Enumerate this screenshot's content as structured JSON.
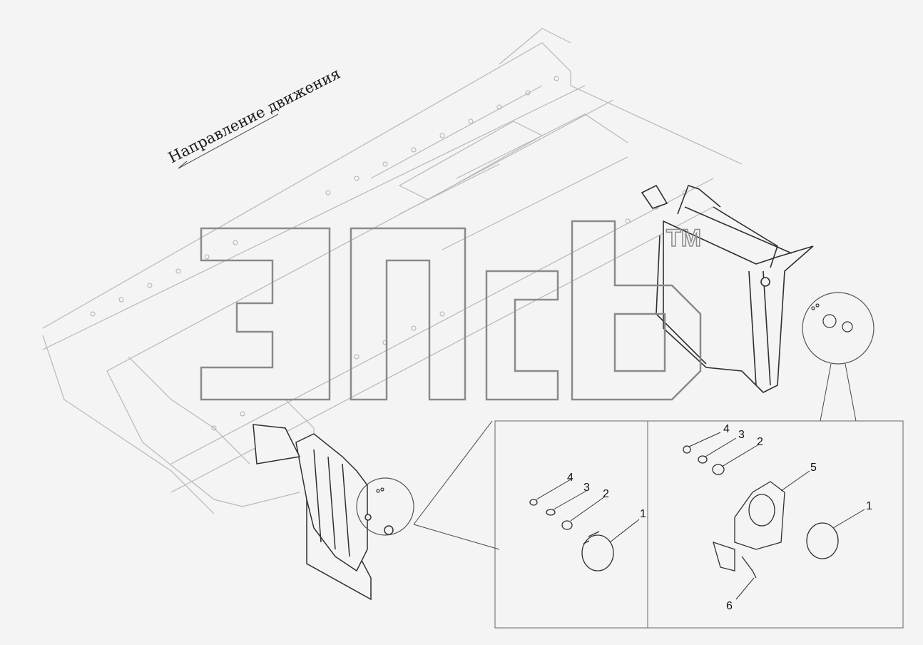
{
  "diagram": {
    "direction_label": "Направление движения",
    "watermark": {
      "text": "ЭПсЬ",
      "trademark": "TM",
      "stroke_color": "#8a8a8a"
    },
    "line_color": "#3a3a3a",
    "faint_line_color": "#b0b0b0",
    "callouts_left": [
      "4",
      "3",
      "2",
      "1"
    ],
    "callouts_right": [
      "4",
      "3",
      "2",
      "5",
      "1",
      "6"
    ]
  }
}
